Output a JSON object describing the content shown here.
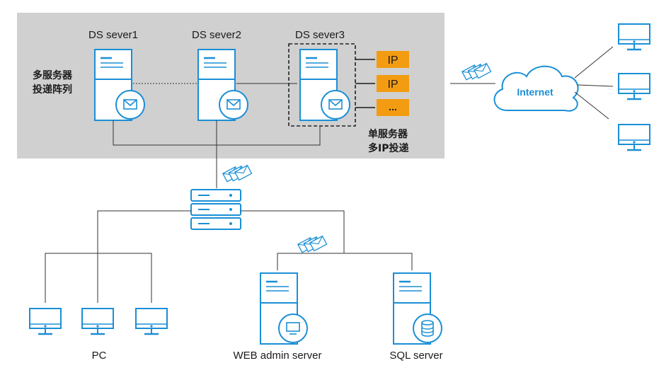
{
  "servers": {
    "ds1": "DS sever1",
    "ds2": "DS sever2",
    "ds3": "DS sever3"
  },
  "cluster_label": {
    "line1": "多服务器",
    "line2": "投递阵列"
  },
  "multi_ip_label": {
    "line1": "单服务器",
    "line2": "多IP投递"
  },
  "ip_tags": [
    "IP",
    "IP",
    "..."
  ],
  "internet_label": "Internet",
  "bottom_labels": {
    "pc": "PC",
    "web": "WEB admin server",
    "sql": "SQL server"
  },
  "colors": {
    "accent": "#1a8fd6",
    "ip_tag": "#f39c12",
    "cluster_bg": "#d0d0d0",
    "line": "#333333"
  }
}
